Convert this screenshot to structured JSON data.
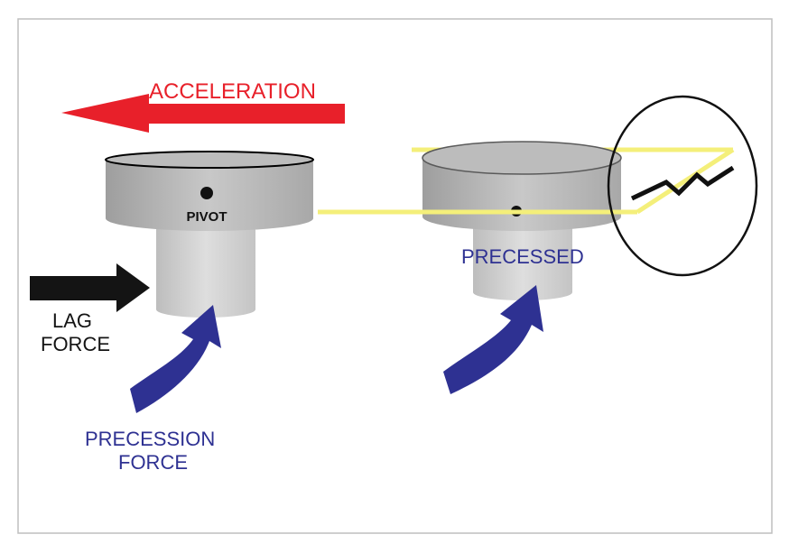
{
  "labels": {
    "acceleration": "ACCELERATION",
    "pivot": "PIVOT",
    "lag_line1": "LAG",
    "lag_line2": "FORCE",
    "precession_line1": "PRECESSION",
    "precession_line2": "FORCE",
    "precessed": "PRECESSED"
  },
  "colors": {
    "background": "#ffffff",
    "frame_border": "#bfbfbf",
    "acceleration_arrow": "#e8202a",
    "acceleration_text": "#e8202a",
    "lag_arrow": "#141414",
    "lag_text": "#141414",
    "precession_arrow": "#2e3192",
    "precession_text": "#2e3192",
    "precessed_text": "#2e3192",
    "yellow_plane": "#f4ef7a",
    "cylinder_gray": "#b8b8b8",
    "shaft_gray": "#d0d0d0",
    "outline_black": "#000000"
  },
  "icons": {
    "acceleration_arrow": "arrow-left-icon",
    "lag_arrow": "arrow-right-icon",
    "precession_arrow": "curved-arrow-up-icon",
    "pivot_dot": "pivot-dot-icon",
    "deflection_zigzag": "zigzag-icon"
  }
}
